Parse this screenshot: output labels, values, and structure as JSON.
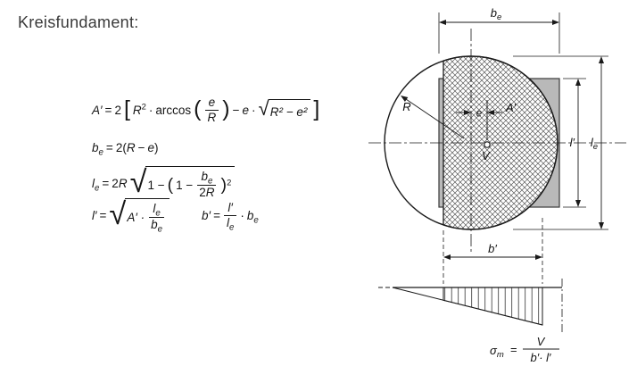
{
  "title": "Kreisfundament:",
  "formulas": {
    "f1": {
      "lhs": "A′",
      "eq": "=",
      "coef": "2",
      "bracket_open": "[",
      "base1": "R",
      "sup1": "2",
      "dot1": "·",
      "fn": "arccos",
      "paren_open": "(",
      "num": "e",
      "den": "R",
      "paren_close": ")",
      "minus": "−",
      "var2": "e",
      "dot2": "·",
      "radical": "√",
      "radicand": "R² − e²",
      "bracket_close": "]"
    },
    "f2": {
      "lhs_base": "b",
      "lhs_sub": "e",
      "eq": "=",
      "coef": "2",
      "paren_open": "(",
      "var1": "R",
      "minus": "−",
      "var2": "e",
      "paren_close": ")"
    },
    "f3": {
      "lhs_base": "l",
      "lhs_sub": "e",
      "eq": "=",
      "coef": "2",
      "coef_var": "R",
      "radical": "√",
      "lead": "1 −",
      "paren_open": "(",
      "inner_lead": "1 −",
      "num_base": "b",
      "num_sub": "e",
      "den_coef": "2",
      "den_var": "R",
      "paren_close": ")",
      "sup": "2"
    },
    "f4": {
      "lhs": "l′",
      "eq": "=",
      "radical": "√",
      "pre": "A′ ·",
      "num_base": "l",
      "num_sub": "e",
      "den_base": "b",
      "den_sub": "e"
    },
    "f5": {
      "lhs": "b′",
      "eq": "=",
      "num": "l′",
      "den_base": "l",
      "den_sub": "e",
      "dot": "·",
      "post_base": "b",
      "post_sub": "e"
    }
  },
  "diagram": {
    "labels": {
      "be_base": "b",
      "be_sub": "e",
      "le_base": "l",
      "le_sub": "e",
      "l_prime": "l′",
      "b_prime": "b′",
      "radius": "R",
      "eccentricity": "e",
      "area": "A′",
      "load": "V"
    },
    "sigma": {
      "lhs_base": "σ",
      "lhs_sub": "m",
      "eq": "=",
      "num": "V",
      "den": "b′· l′"
    },
    "colors": {
      "rect_fill": "#b9b9b9",
      "line": "#1a1a1a"
    }
  }
}
